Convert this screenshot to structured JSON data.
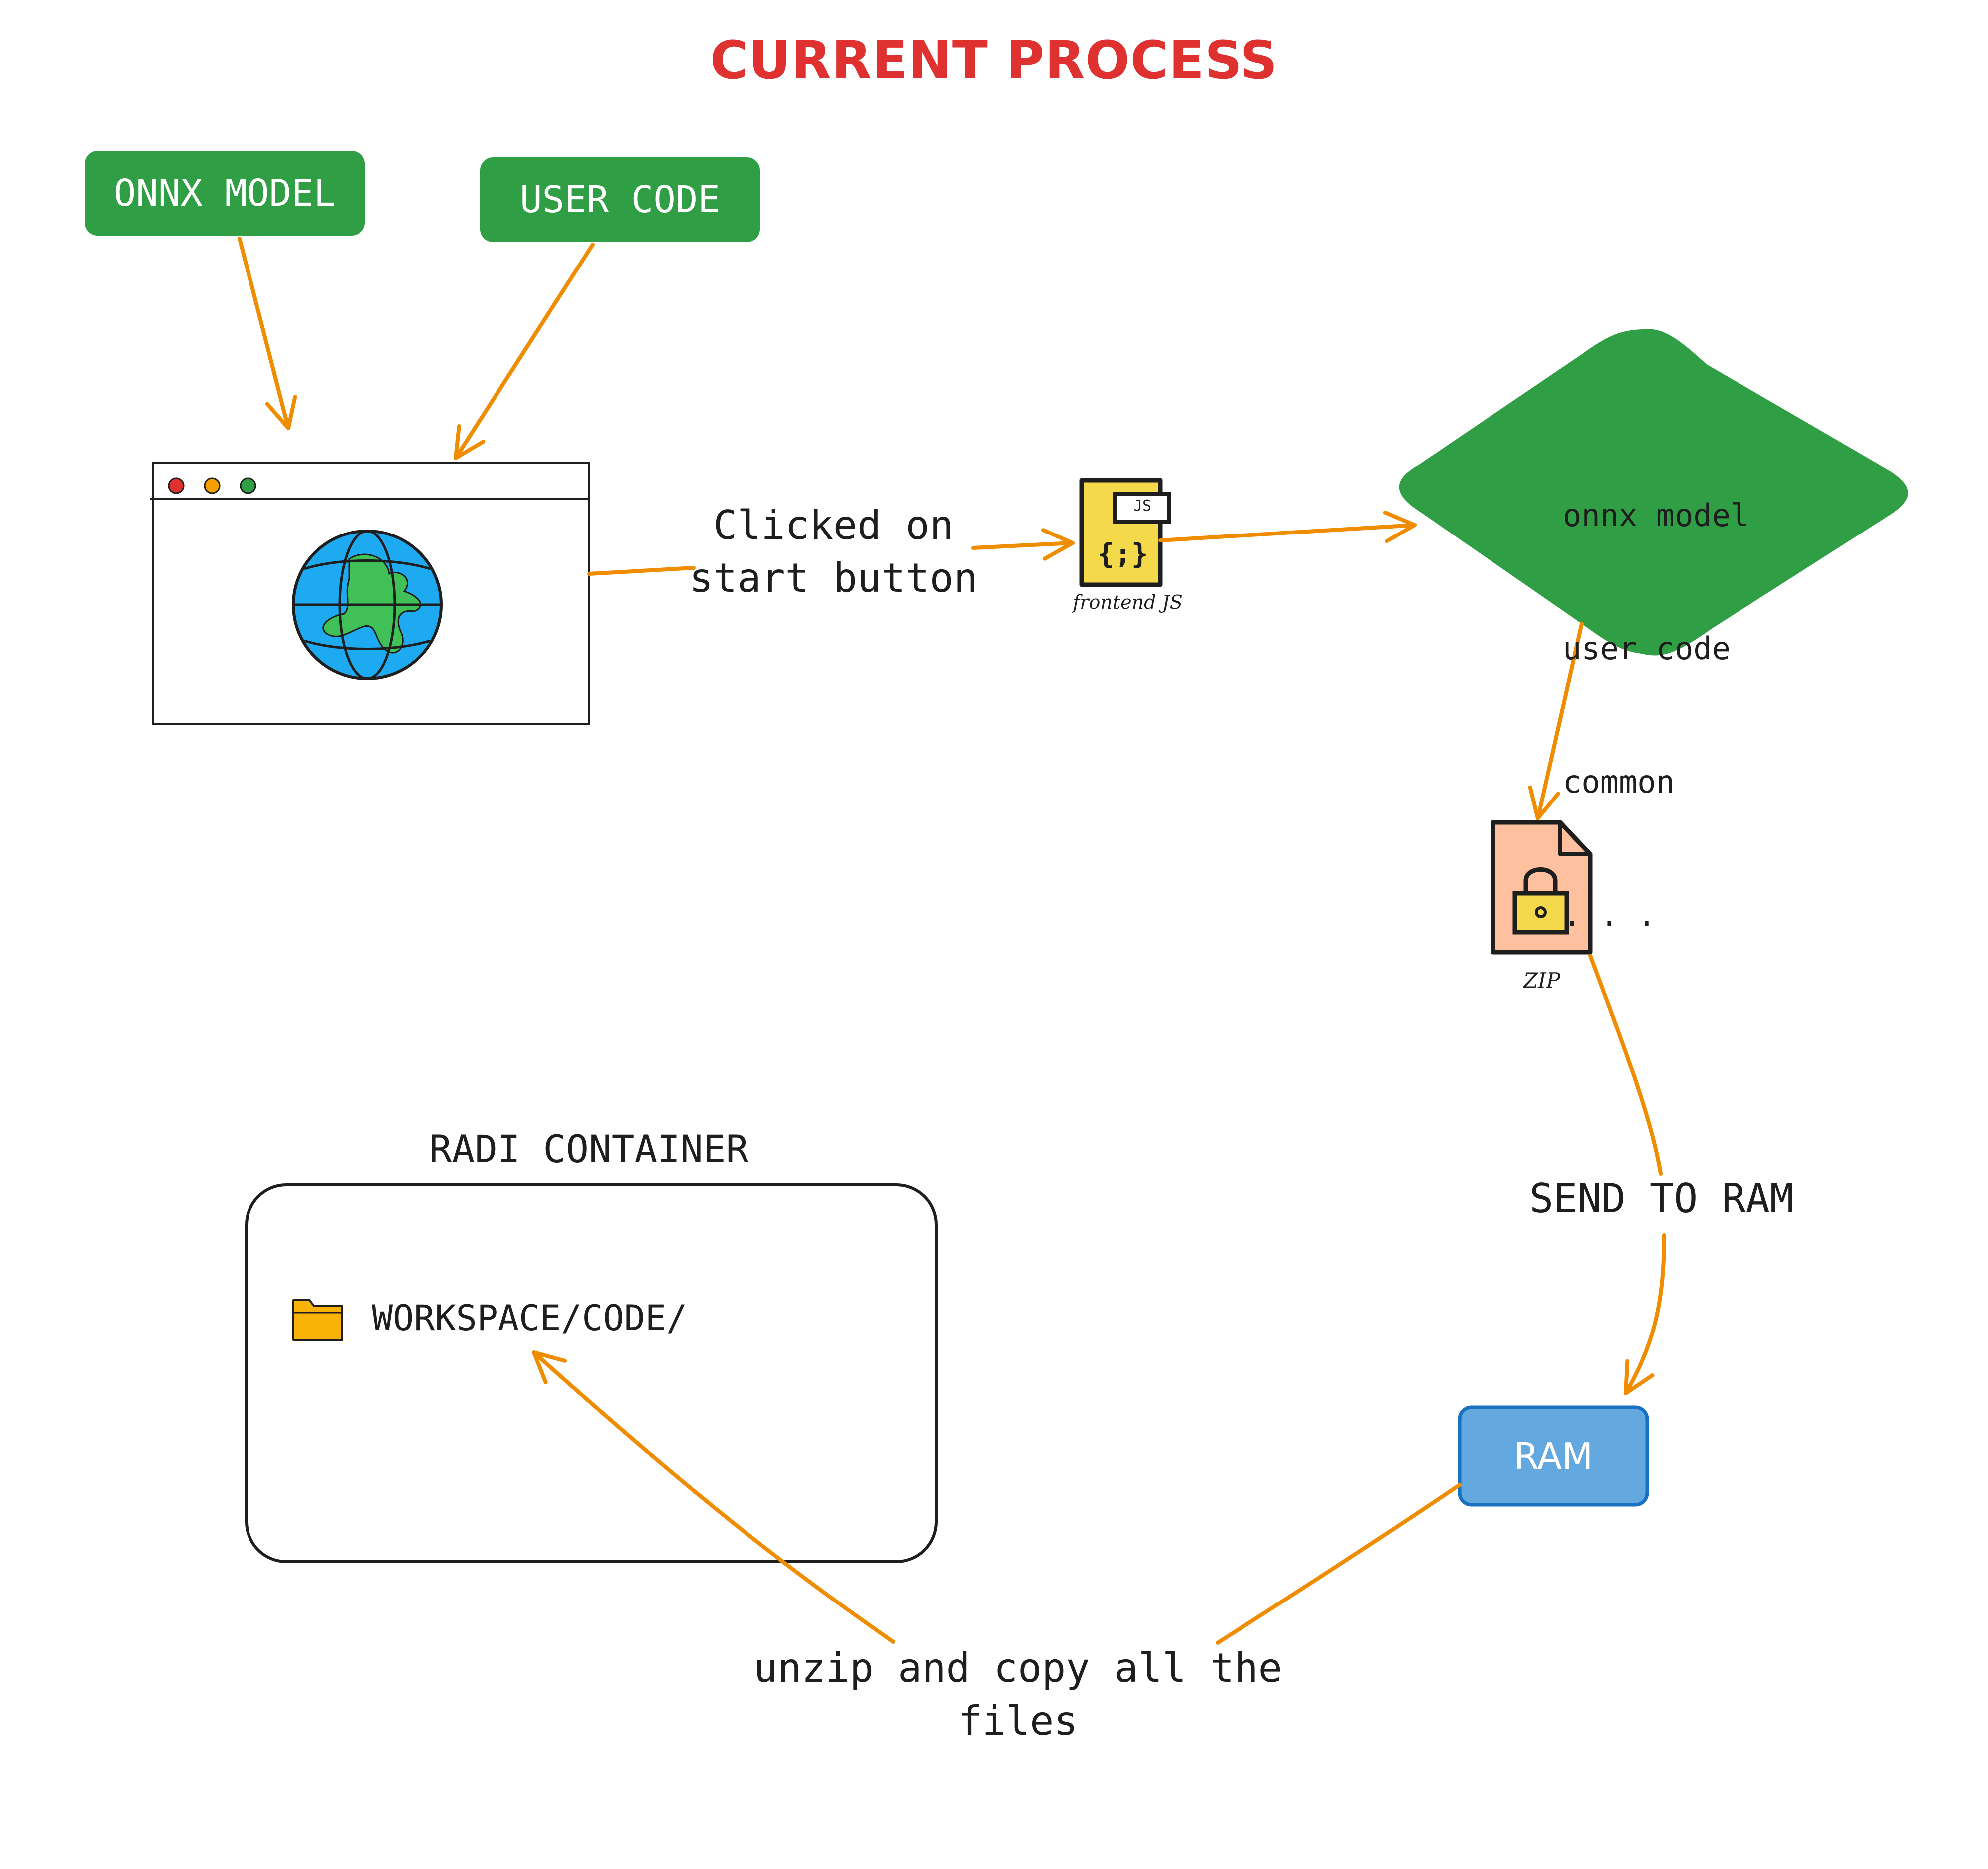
{
  "title": "CURRENT PROCESS",
  "colors": {
    "title": "#e03131",
    "green": "#2f9e44",
    "arrow": "#f08c00",
    "ram_fill": "#64a8e0",
    "ram_stroke": "#1971c2",
    "zip_fill": "#ffc09f",
    "js_fill": "#f4d94a",
    "folder": "#f9b208",
    "globe_sea": "#1eaaf1",
    "globe_land": "#40c057"
  },
  "inputs": {
    "onnx_model": "ONNX MODEL",
    "user_code": "USER CODE"
  },
  "browser": {
    "window_name": "browser-window",
    "icon": "globe-icon"
  },
  "edge_labels": {
    "clicked_line1": "Clicked on",
    "clicked_line2": "start button",
    "send_to_ram": "SEND TO RAM",
    "unzip_line1": "unzip and copy all the",
    "unzip_line2": "files"
  },
  "frontend_js": {
    "badge": "JS",
    "glyph": "{;}",
    "label": "frontend JS",
    "icon": "js-file-icon"
  },
  "bundle": {
    "lines": [
      "onnx model",
      "user code",
      "common",
      ". . ."
    ]
  },
  "zip": {
    "label": "ZIP",
    "icon": "locked-zip-file-icon"
  },
  "ram": {
    "label": "RAM"
  },
  "container": {
    "title": "RADI CONTAINER",
    "path": "WORKSPACE/CODE/",
    "icon": "folder-icon"
  }
}
